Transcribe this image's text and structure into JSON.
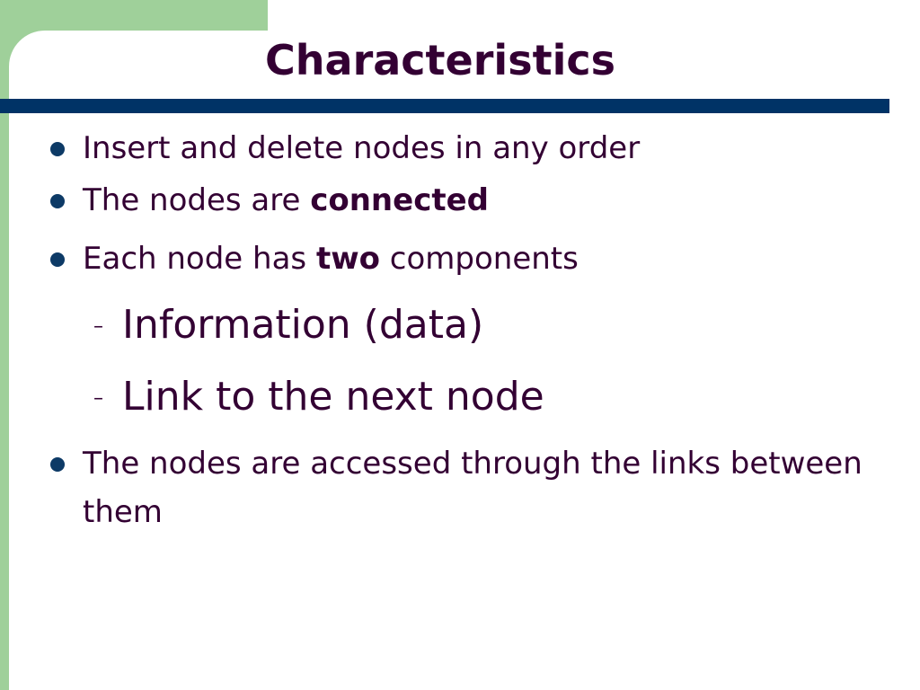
{
  "slide": {
    "title": "Characteristics",
    "colors": {
      "accent_green": "#9fd09a",
      "rule_navy": "#003366",
      "text_purple": "#330033",
      "bullet_blue": "#0d3a66"
    },
    "bullets": [
      {
        "before": "Insert and delete nodes in any order",
        "bold": "",
        "after": ""
      },
      {
        "before": "The nodes are ",
        "bold": "connected",
        "after": ""
      },
      {
        "before": "Each node has ",
        "bold": "two",
        "after": " components"
      }
    ],
    "sub_items": [
      {
        "dash": "–",
        "text": "Information (data)"
      },
      {
        "dash": "–",
        "text": "Link to the next node"
      }
    ],
    "last_bullet": {
      "text": "The nodes are accessed through the links between them"
    }
  }
}
